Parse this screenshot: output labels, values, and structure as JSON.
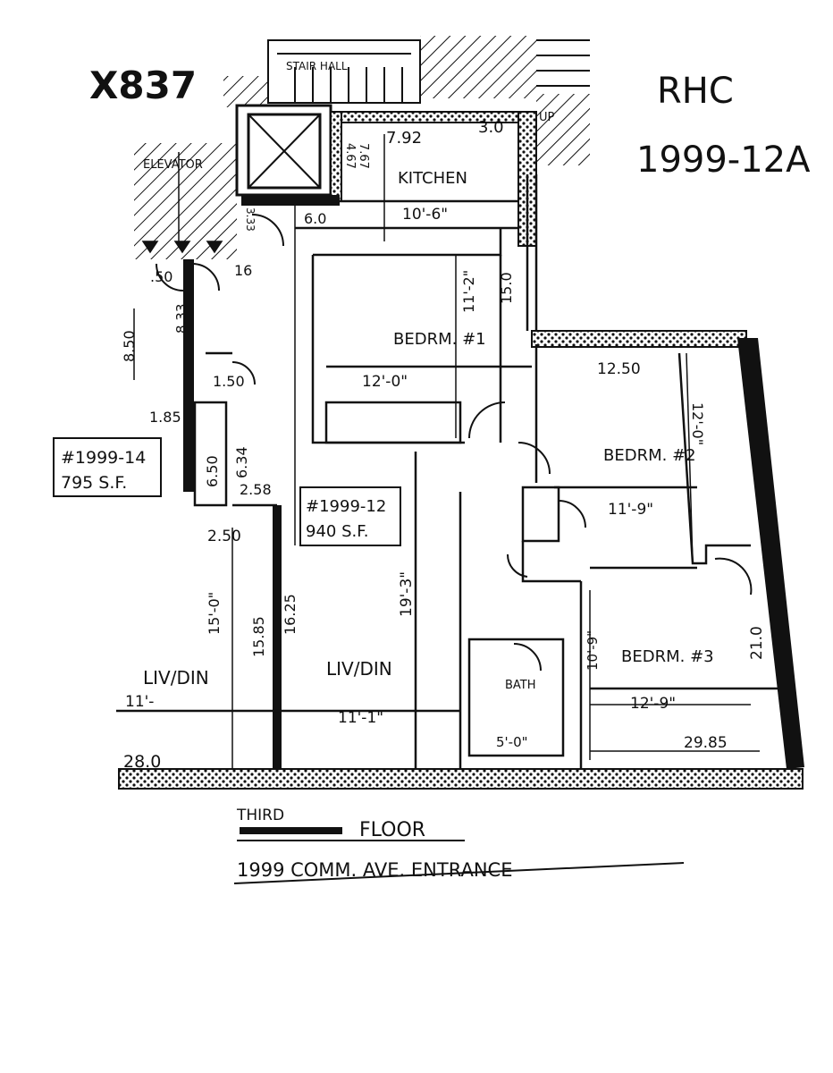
{
  "header": {
    "ref_code": "X837",
    "stamp_line1": "RHC",
    "stamp_line2": "1999-12A"
  },
  "corner_labels": {
    "stair_hall": "STAIR HALL",
    "elevator": "ELEVATOR",
    "up": "UP"
  },
  "units": [
    {
      "id": "#1999-14",
      "area": "795 S.F."
    },
    {
      "id": "#1999-12",
      "area": "940 S.F."
    }
  ],
  "rooms": {
    "kitchen": "KITCHEN",
    "bedroom1": "BEDRM. #1",
    "bedroom2": "BEDRM. #2",
    "bedroom3": "BEDRM. #3",
    "liv_din_main": "LIV/DIN",
    "liv_din_left": "LIV/DIN",
    "bath": "BATH"
  },
  "dimensions": {
    "kitchen_w": "7.92",
    "kitchen_d": "3.0",
    "kitchen_len": "10'-6\"",
    "kitchen_v1": "4.67",
    "kitchen_v2": "7.67",
    "closet_a": "3.33",
    "closet_b": "6.0",
    "door_50": ".50",
    "door_16": "16",
    "hall_850": "8.50",
    "hall_833": "8.33",
    "hall_150": "1.50",
    "hall_185": "1.85",
    "hall_650": "6.50",
    "hall_634": "6.34",
    "hall_258": "2.58",
    "hall_250": "2.50",
    "br1_height": "11'-2\"",
    "br1_15": "15.0",
    "br1_width": "12'-0\"",
    "br2_top": "12.50",
    "br2_height": "12'-0\"",
    "br2_width": "11'-9\"",
    "liv_left_height": "15'-0\"",
    "liv_left_1585": "15.85",
    "liv_1625": "16.25",
    "liv_height": "19'-3\"",
    "liv_width": "11'-1\"",
    "liv_left_width": "11'-",
    "bath_width": "5'-0\"",
    "br3_height": "10'-9\"",
    "br3_21": "21.0",
    "br3_width": "12'-9\"",
    "right_total": "29.85",
    "left_total": "28.0"
  },
  "caption": {
    "floor_a": "THIRD",
    "floor_b": "FLOOR",
    "address": "1999 COMM. AVE. ENTRANCE"
  }
}
